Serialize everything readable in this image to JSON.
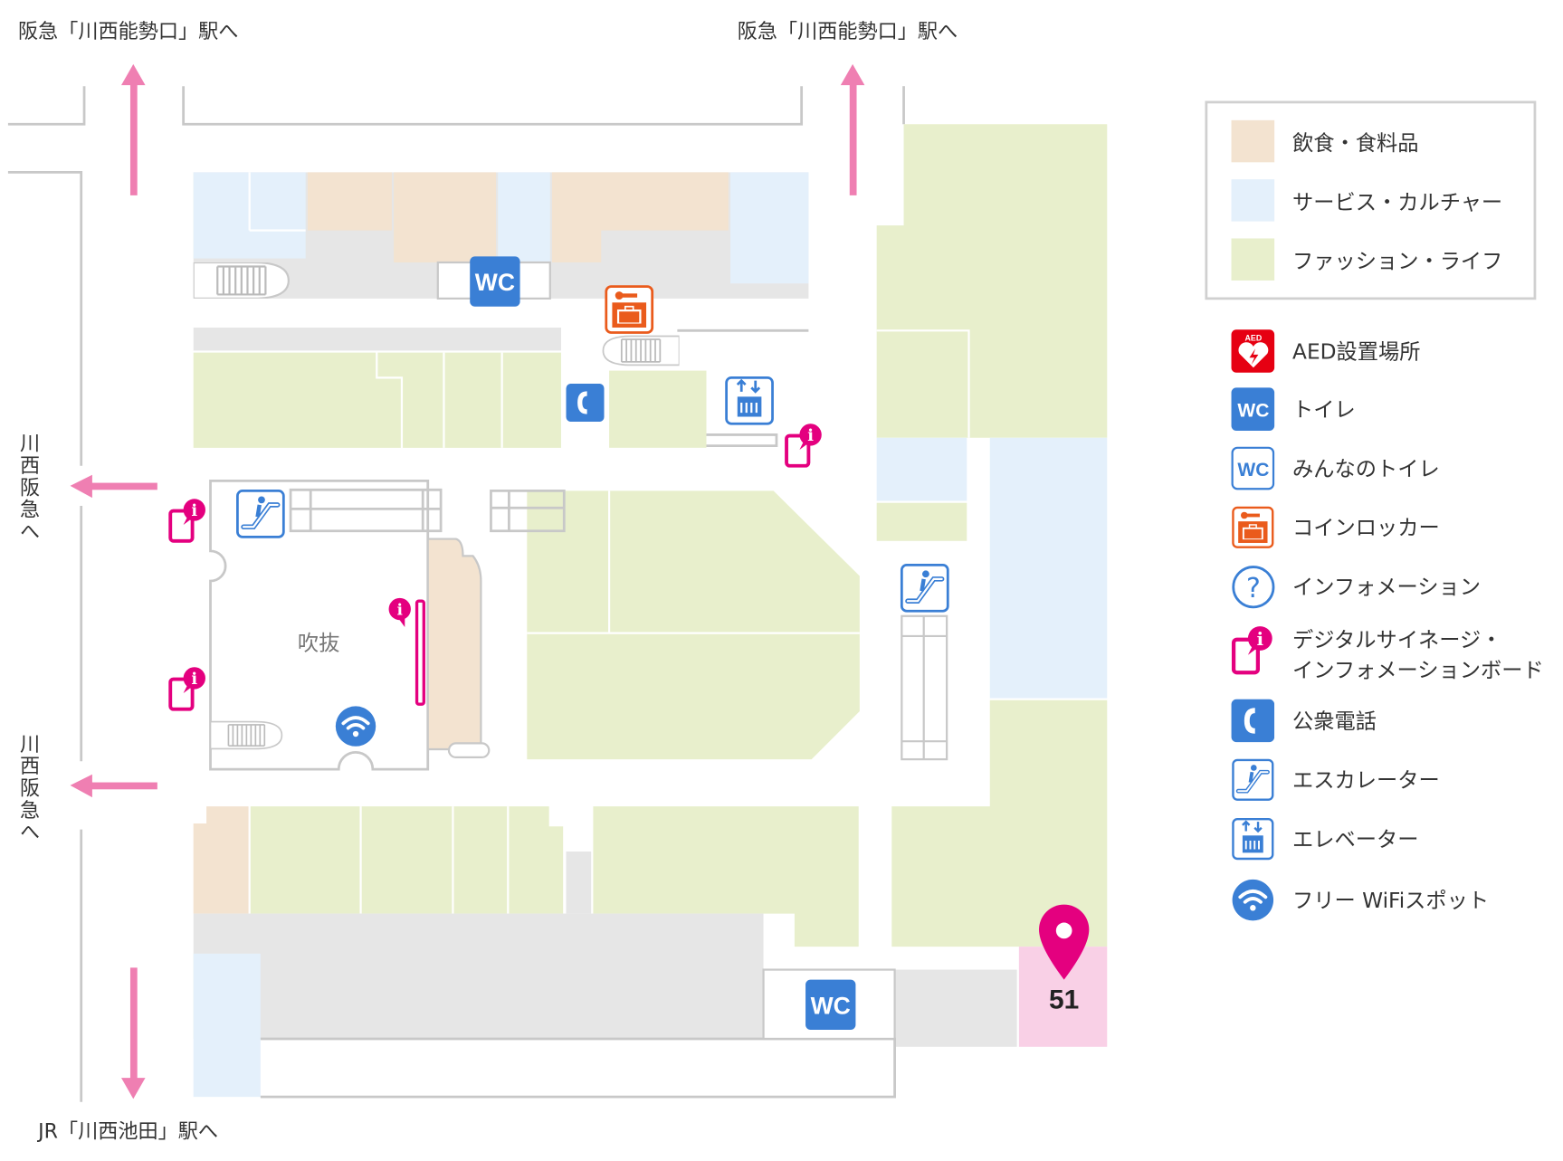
{
  "directions": {
    "north_left": "阪急「川西能勢口」駅へ",
    "north_right": "阪急「川西能勢口」駅へ",
    "west_upper": "川西阪急へ",
    "west_lower": "川西阪急へ",
    "south": "JR「川西池田」駅へ"
  },
  "map": {
    "atrium_label": "吹抜",
    "wc_label": "WC",
    "selected_shop_number": "51"
  },
  "legend": {
    "categories": [
      {
        "label": "飲食・食料品",
        "color": "#f3e3d0"
      },
      {
        "label": "サービス・カルチャー",
        "color": "#e4f0fb"
      },
      {
        "label": "ファッション・ライフ",
        "color": "#e8efcc"
      }
    ],
    "icons": [
      {
        "icon": "aed-icon",
        "label": "AED設置場所",
        "badge": "AED"
      },
      {
        "icon": "toilet-icon",
        "label": "トイレ",
        "badge": "WC"
      },
      {
        "icon": "accessible-toilet-icon",
        "label": "みんなのトイレ",
        "badge": "WC"
      },
      {
        "icon": "coin-locker-icon",
        "label": "コインロッカー"
      },
      {
        "icon": "information-icon",
        "label": "インフォメーション",
        "badge": "?"
      },
      {
        "icon": "digital-signage-icon",
        "label": "デジタルサイネージ・",
        "label2": "インフォメーションボード"
      },
      {
        "icon": "public-phone-icon",
        "label": "公衆電話"
      },
      {
        "icon": "escalator-icon",
        "label": "エスカレーター"
      },
      {
        "icon": "elevator-icon",
        "label": "エレベーター"
      },
      {
        "icon": "wifi-icon",
        "label": "フリー WiFiスポット"
      }
    ]
  },
  "colors": {
    "food": "#f3e3d0",
    "service": "#e4f0fb",
    "fashion": "#e8efcc",
    "common": "#e6e6e6",
    "arrow": "#ef7fb2",
    "facility_blue": "#3a7fd5",
    "pin": "#e4007f",
    "selected_shop": "#f9d0e6",
    "locker": "#ea5b1c"
  }
}
